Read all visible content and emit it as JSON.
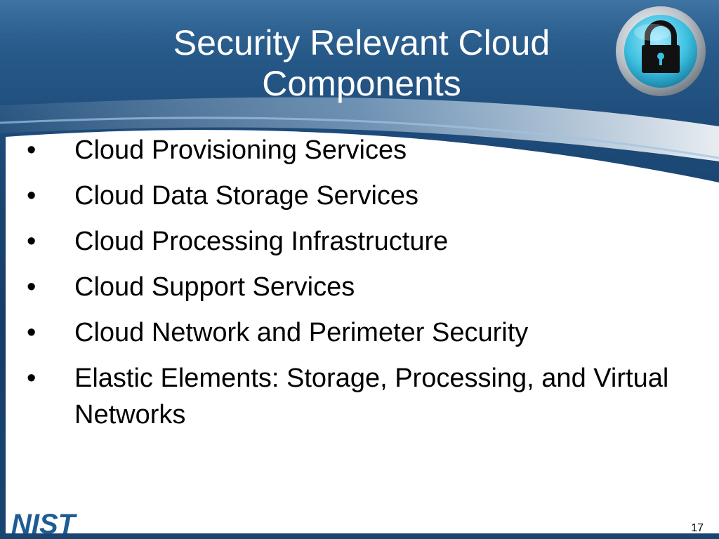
{
  "slide": {
    "title": "Security Relevant Cloud Components",
    "bullet_symbol": "•",
    "bullets": [
      "Cloud Provisioning Services",
      "Cloud Data Storage Services",
      "Cloud Processing Infrastructure",
      "Cloud Support Services",
      "Cloud Network and Perimeter Security",
      "Elastic Elements: Storage, Processing, and Virtual Networks"
    ],
    "page_number": "17",
    "logo_text": "NIST"
  },
  "colors": {
    "background_blue": "#1f4d7a",
    "content_white": "#ffffff",
    "lock_teal": "#3cc0e0",
    "logo_blue": "#1e5c93"
  },
  "icons": {
    "lock": "lock-icon",
    "logo": "nist-logo"
  }
}
